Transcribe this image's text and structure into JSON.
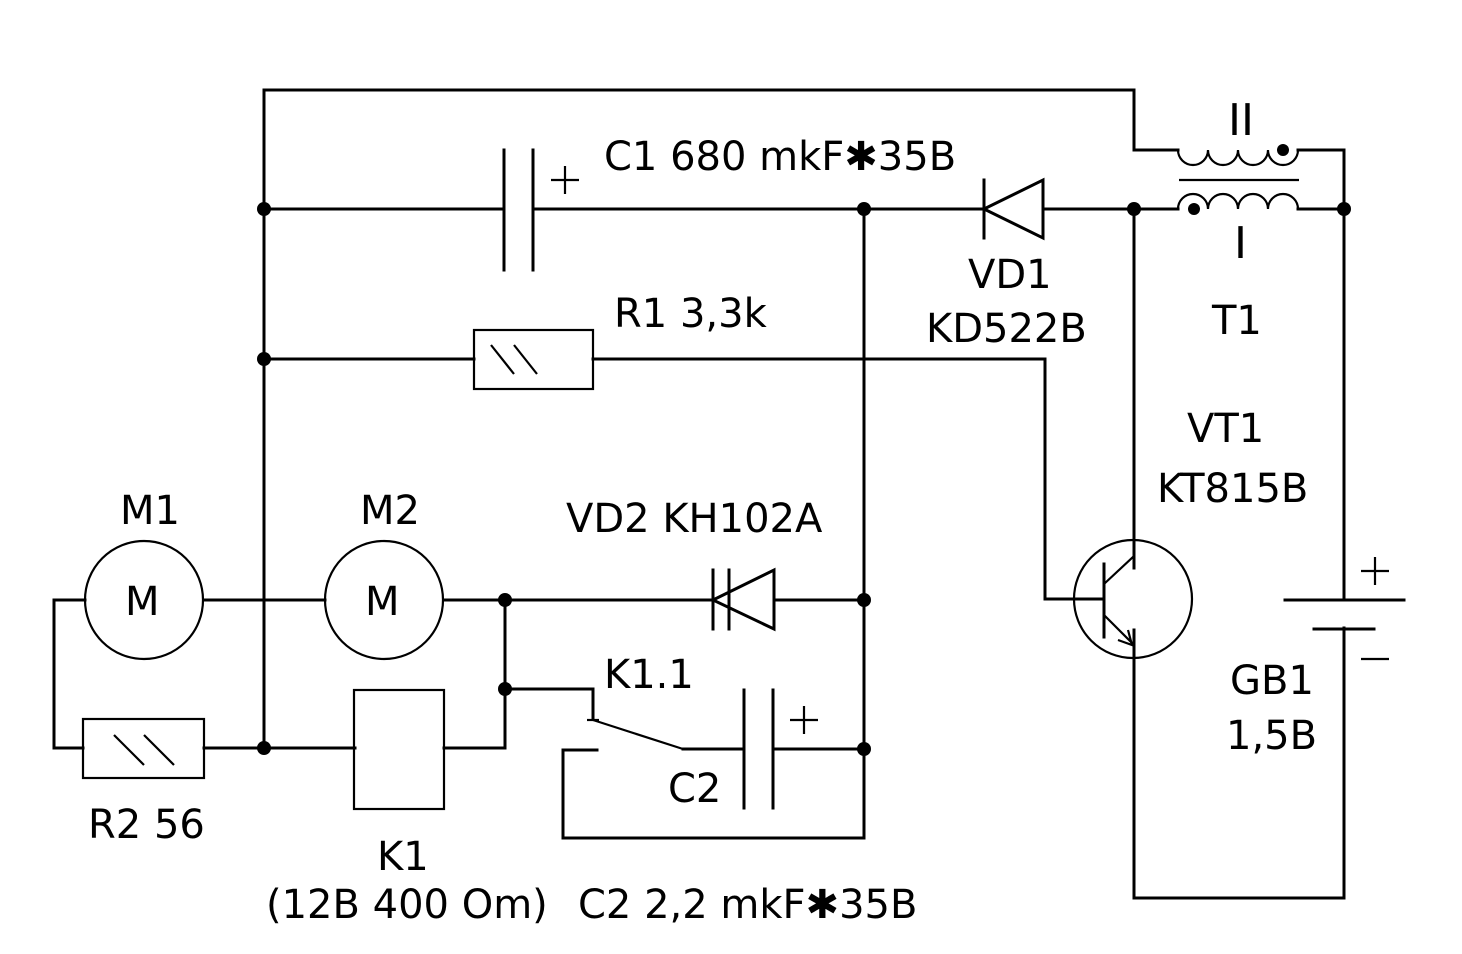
{
  "diagram": {
    "type": "electrical-schematic",
    "background_color": "#ffffff",
    "line_color": "#000000",
    "components": {
      "C1": {
        "label": "C1 680 mkF✱35B",
        "designator": "C1",
        "value": "680 mkF",
        "voltage": "35B",
        "polarity_mark": "+"
      },
      "VD1": {
        "label_line1": "VD1",
        "label_line2": "KD522B",
        "type": "diode"
      },
      "T1": {
        "label": "T1",
        "winding_primary": "I",
        "winding_secondary": "II",
        "type": "transformer"
      },
      "R1": {
        "label": "R1 3,3k",
        "designator": "R1",
        "value": "3,3k"
      },
      "VT1": {
        "label_line1": "VT1",
        "label_line2": "KT815B",
        "type": "npn-transistor"
      },
      "M1": {
        "label": "M1",
        "symbol": "M",
        "type": "motor"
      },
      "M2": {
        "label": "M2",
        "symbol": "M",
        "type": "motor"
      },
      "VD2": {
        "label": "VD2 KH102A",
        "type": "dinistor"
      },
      "K1_1": {
        "label": "K1.1",
        "type": "relay-contact"
      },
      "C2": {
        "label_short": "C2",
        "label_full": "C2 2,2 mkF✱35B",
        "value": "2,2 mkF",
        "voltage": "35B",
        "polarity_mark": "+"
      },
      "GB1": {
        "label_line1": "GB1",
        "label_line2": "1,5B",
        "type": "battery",
        "plus_mark": "+",
        "minus_mark": "−"
      },
      "R2": {
        "label": "R2 56",
        "designator": "R2",
        "value": "56"
      },
      "K1": {
        "label_line1": "K1",
        "label_line2": "(12B 400 Om)",
        "type": "relay-coil"
      }
    }
  }
}
